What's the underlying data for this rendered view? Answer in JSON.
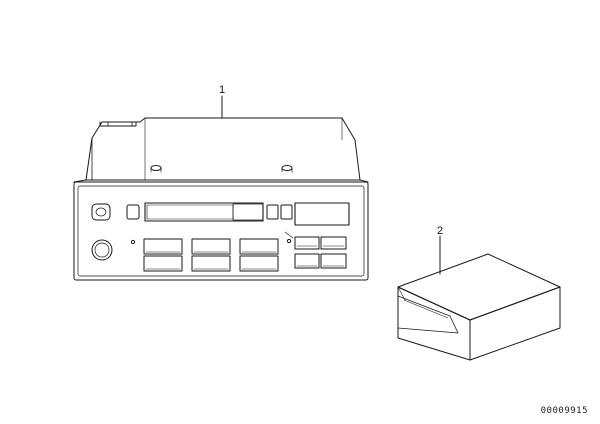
{
  "callouts": {
    "part1": "1",
    "part2": "2"
  },
  "reference_number": "00009915",
  "colors": {
    "stroke": "#1a1a1a",
    "background": "#ffffff"
  }
}
